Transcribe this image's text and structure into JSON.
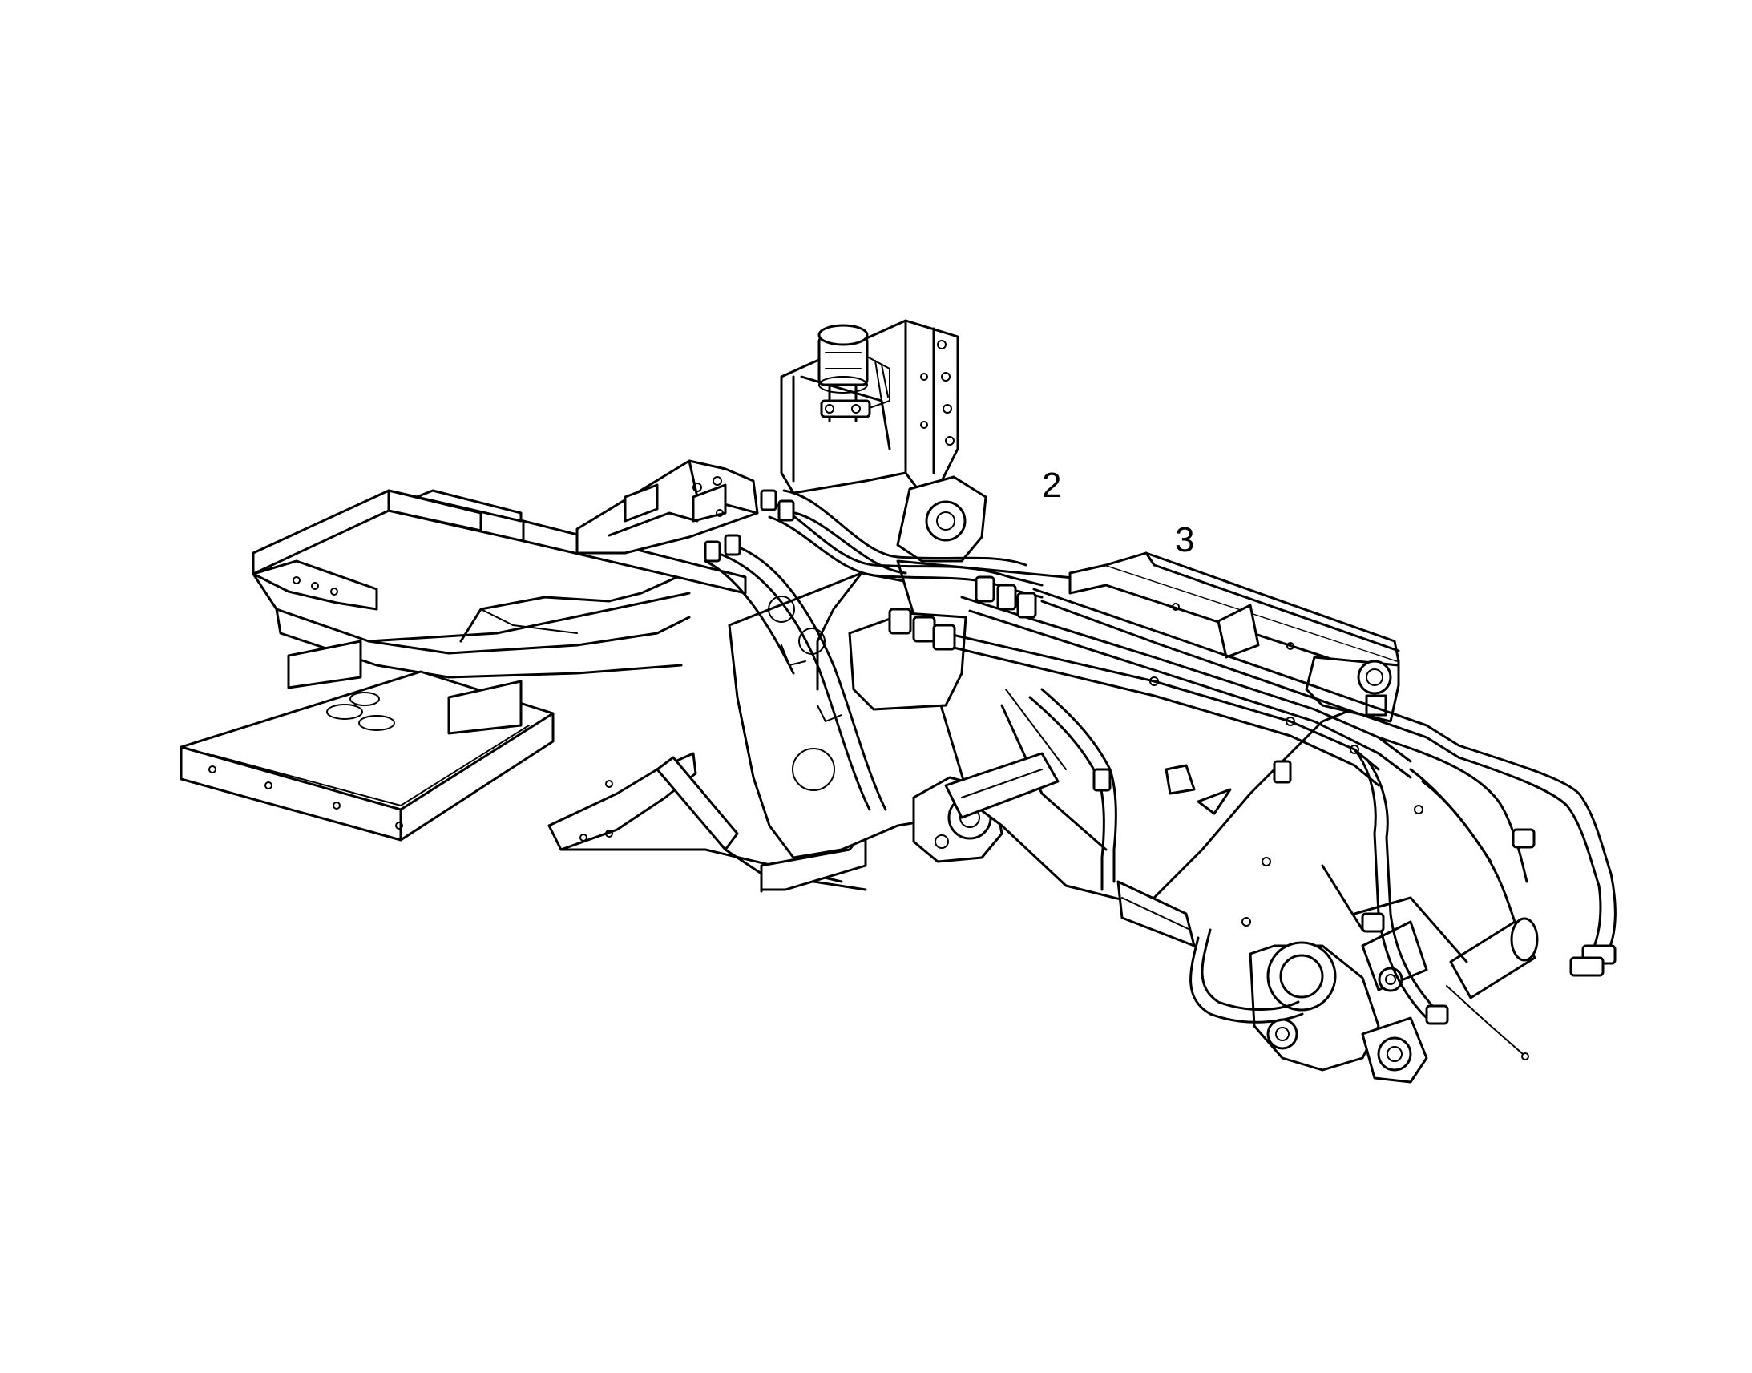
{
  "diagram": {
    "callouts": [
      {
        "id": "callout-2",
        "text": "2"
      },
      {
        "id": "callout-3",
        "text": "3"
      }
    ],
    "colors": {
      "line": "#000000",
      "background": "#ffffff"
    }
  }
}
